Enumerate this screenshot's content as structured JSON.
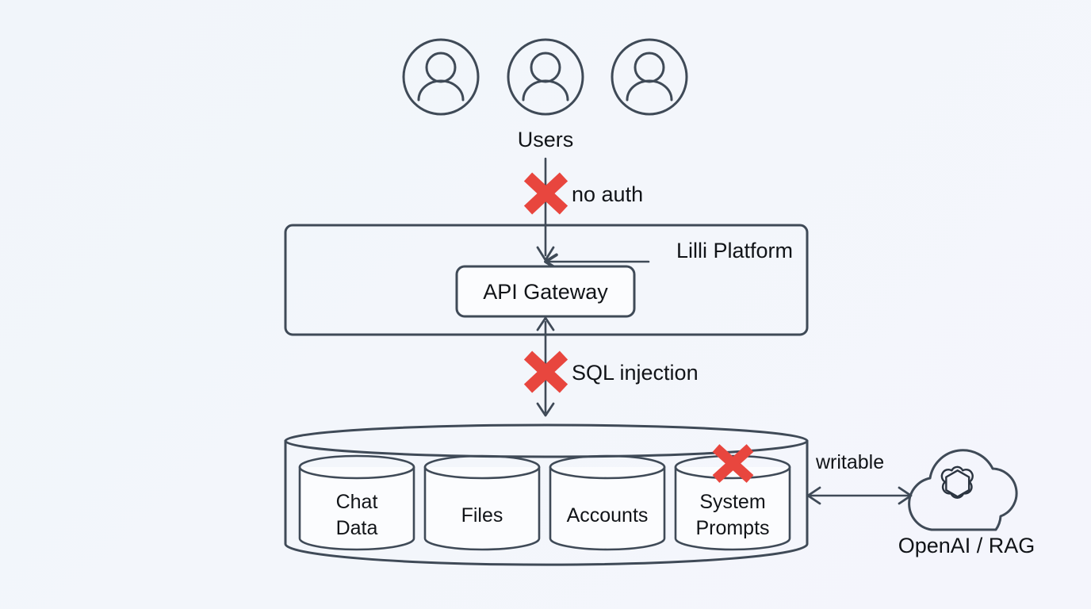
{
  "diagram": {
    "title": "Lilli Platform data-flow and vulnerability diagram",
    "background_color": "#f2f6fa",
    "stroke_color": "#3f4a57",
    "risk_color": "#e8463e",
    "text_color": "#111418"
  },
  "actors": {
    "users_label": "Users",
    "icon_name": "user-avatar-icon",
    "count": 3
  },
  "platform": {
    "group_label": "Lilli Platform",
    "api_gateway_label": "API Gateway"
  },
  "database": {
    "stores": [
      {
        "label_line1": "Chat",
        "label_line2": "Data",
        "color": "#3b82ef",
        "name": "chat-data"
      },
      {
        "label_line1": "Files",
        "label_line2": "",
        "color": "#10a573",
        "name": "files"
      },
      {
        "label_line1": "Accounts",
        "label_line2": "",
        "color": "#f0a320",
        "name": "accounts"
      },
      {
        "label_line1": "System",
        "label_line2": "Prompts",
        "color": "#e8362f",
        "name": "system-prompts"
      }
    ]
  },
  "external": {
    "label": "OpenAI / RAG",
    "icon_name": "openai-cloud-icon"
  },
  "risks": [
    {
      "id": "no-auth",
      "label": "no auth",
      "marker": "x-mark"
    },
    {
      "id": "sql-injection",
      "label": "SQL injection",
      "marker": "x-mark"
    },
    {
      "id": "writable-prompts",
      "label": "",
      "marker": "x-mark"
    }
  ],
  "edges": [
    {
      "id": "users-to-gateway",
      "label": "",
      "direction": "down"
    },
    {
      "id": "gateway-to-db",
      "label": "",
      "direction": "both"
    },
    {
      "id": "db-to-openai",
      "label": "writable",
      "direction": "both"
    }
  ]
}
